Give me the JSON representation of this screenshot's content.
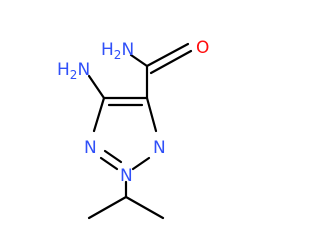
{
  "molecule": {
    "atoms": {
      "amide_n": {
        "symbol": "H",
        "suffix": "N",
        "subscript": "2",
        "color": "#3050F8"
      },
      "amide_o": {
        "symbol": "O",
        "color": "#FF0D0D"
      },
      "amino_n": {
        "symbol": "H",
        "suffix": "N",
        "subscript": "2",
        "color": "#3050F8"
      },
      "ring_n3": {
        "symbol": "N",
        "color": "#3050F8"
      },
      "ring_n1": {
        "symbol": "N",
        "color": "#3050F8"
      },
      "ring_n2": {
        "symbol": "N",
        "color": "#3050F8"
      }
    },
    "bond_color": "#000000"
  }
}
